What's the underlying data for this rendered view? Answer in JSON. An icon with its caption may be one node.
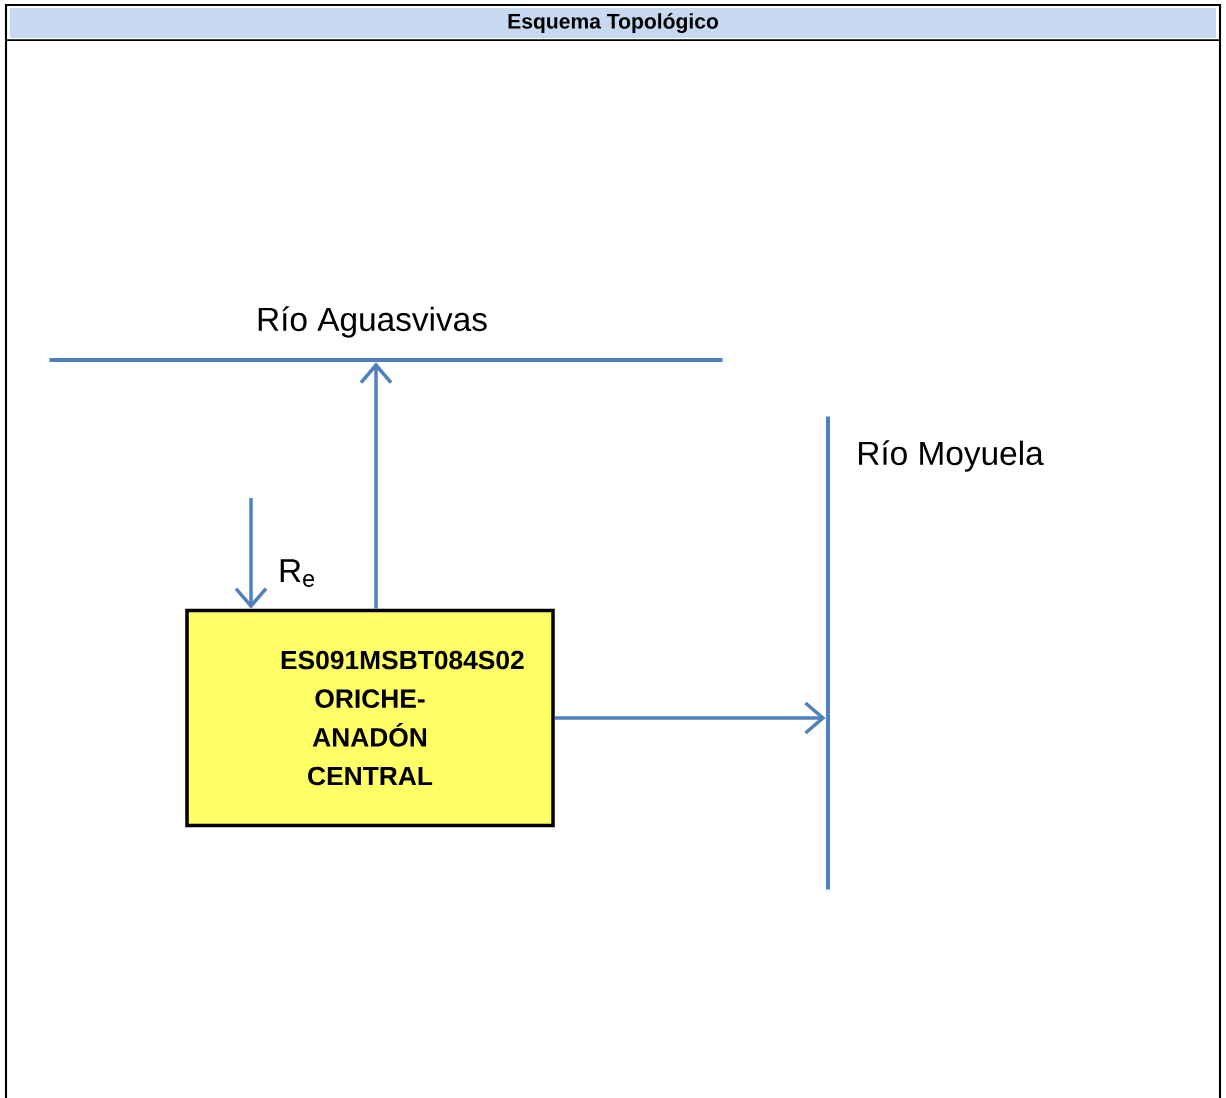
{
  "diagram": {
    "title": "Esquema Topológico",
    "nodes": [
      {
        "text": [
          "Río Aguasvivas"
        ]
      },
      {
        "text": [
          "Río Moyuela"
        ]
      },
      {
        "text": [
          "ES091MSBT084S02 ORICHE-ANADÓN CENTRAL"
        ]
      }
    ],
    "edges": [
      {
        "from": 2,
        "to": 0,
        "arrow": "to"
      },
      {
        "from": 2,
        "to": 1,
        "arrow": "to"
      },
      {
        "from": null,
        "to": 2,
        "arrow": "to",
        "label": "R$_{e}$"
      }
    ]
  }
}
